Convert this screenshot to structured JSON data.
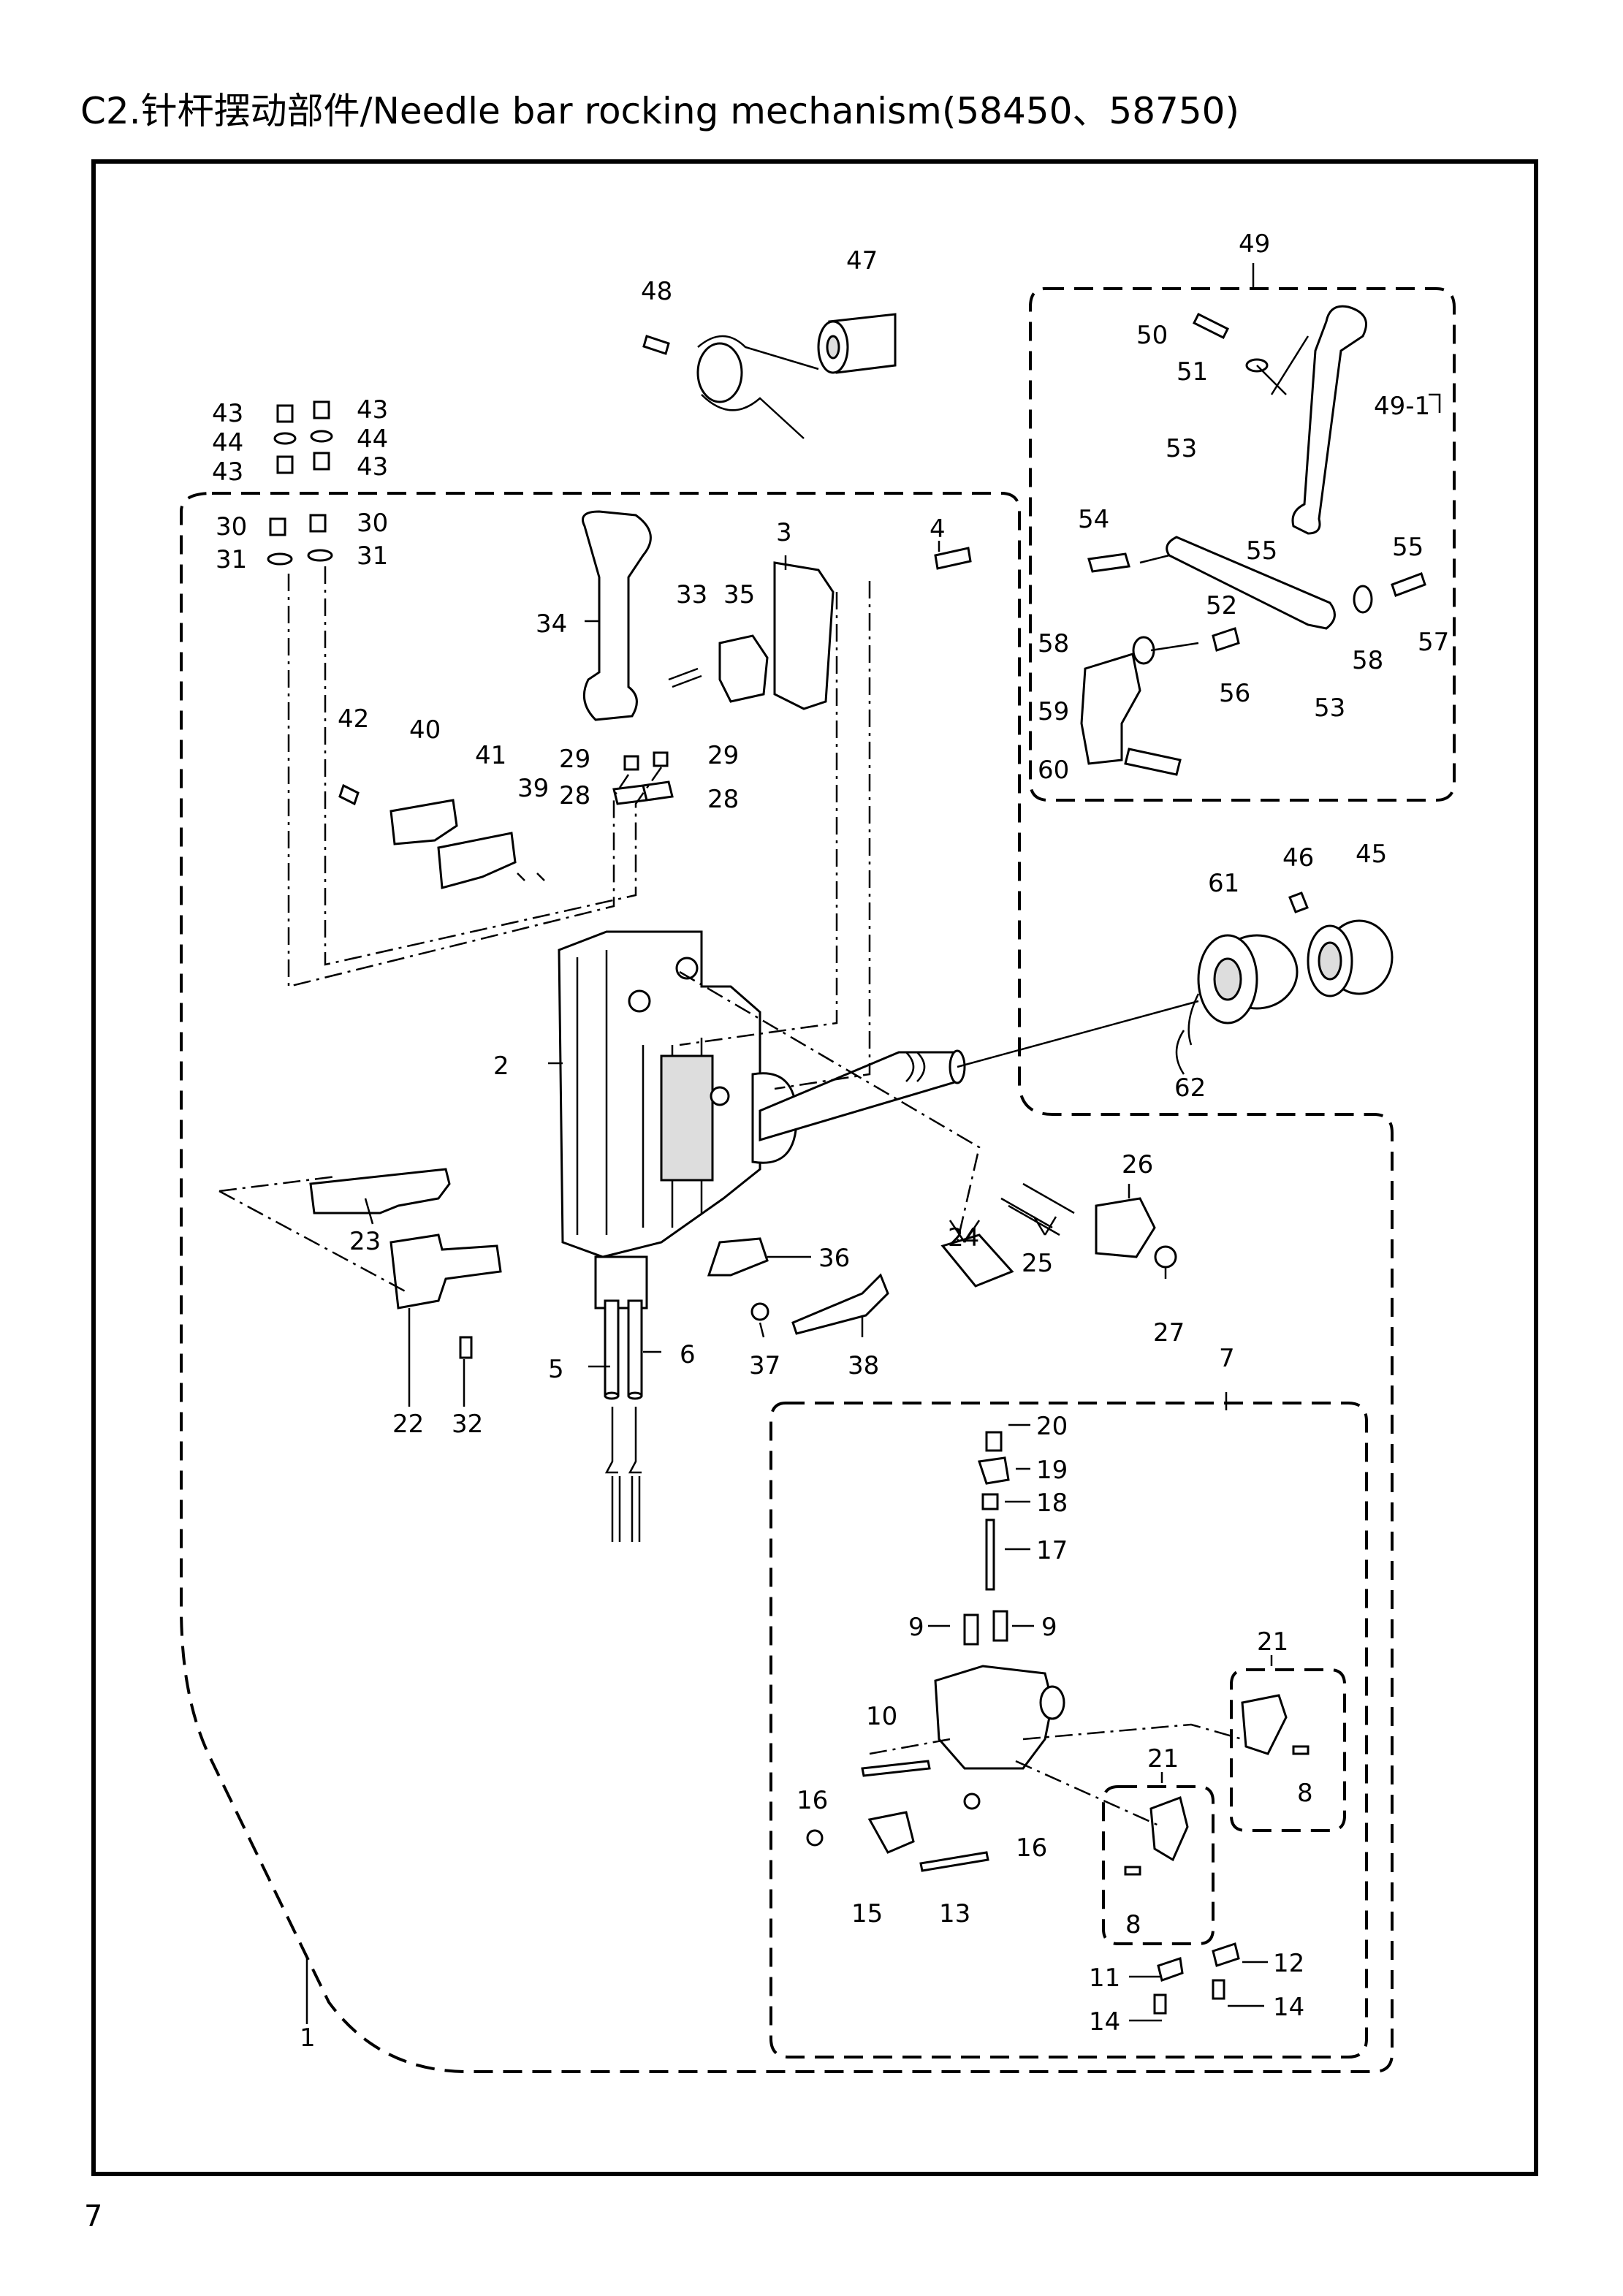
{
  "title": "C2.针杆摆动部件/Needle bar rocking mechanism(58450、58750)",
  "page_number": "7",
  "labels": {
    "l1": "1",
    "l2": "2",
    "l3": "3",
    "l4": "4",
    "l5": "5",
    "l6": "6",
    "l7": "7",
    "l8a": "8",
    "l8b": "8",
    "l9a": "9",
    "l9b": "9",
    "l10": "10",
    "l11": "11",
    "l12": "12",
    "l13": "13",
    "l14a": "14",
    "l14b": "14",
    "l15": "15",
    "l16a": "16",
    "l16b": "16",
    "l17": "17",
    "l18": "18",
    "l19": "19",
    "l20": "20",
    "l21a": "21",
    "l21b": "21",
    "l22": "22",
    "l23": "23",
    "l24": "24",
    "l25": "25",
    "l26": "26",
    "l27": "27",
    "l28a": "28",
    "l28b": "28",
    "l29a": "29",
    "l29b": "29",
    "l30a": "30",
    "l30b": "30",
    "l31a": "31",
    "l31b": "31",
    "l32": "32",
    "l33": "33",
    "l34": "34",
    "l35": "35",
    "l36": "36",
    "l37": "37",
    "l38": "38",
    "l39": "39",
    "l40": "40",
    "l41": "41",
    "l42": "42",
    "l43a": "43",
    "l43b": "43",
    "l43c": "43",
    "l43d": "43",
    "l44a": "44",
    "l44b": "44",
    "l45": "45",
    "l46": "46",
    "l47": "47",
    "l48": "48",
    "l49": "49",
    "l49_1": "49-1",
    "l50": "50",
    "l51": "51",
    "l52": "52",
    "l53a": "53",
    "l53b": "53",
    "l54": "54",
    "l55a": "55",
    "l55b": "55",
    "l56": "56",
    "l57": "57",
    "l58a": "58",
    "l58b": "58",
    "l59": "59",
    "l60": "60",
    "l61": "61",
    "l62": "62"
  }
}
